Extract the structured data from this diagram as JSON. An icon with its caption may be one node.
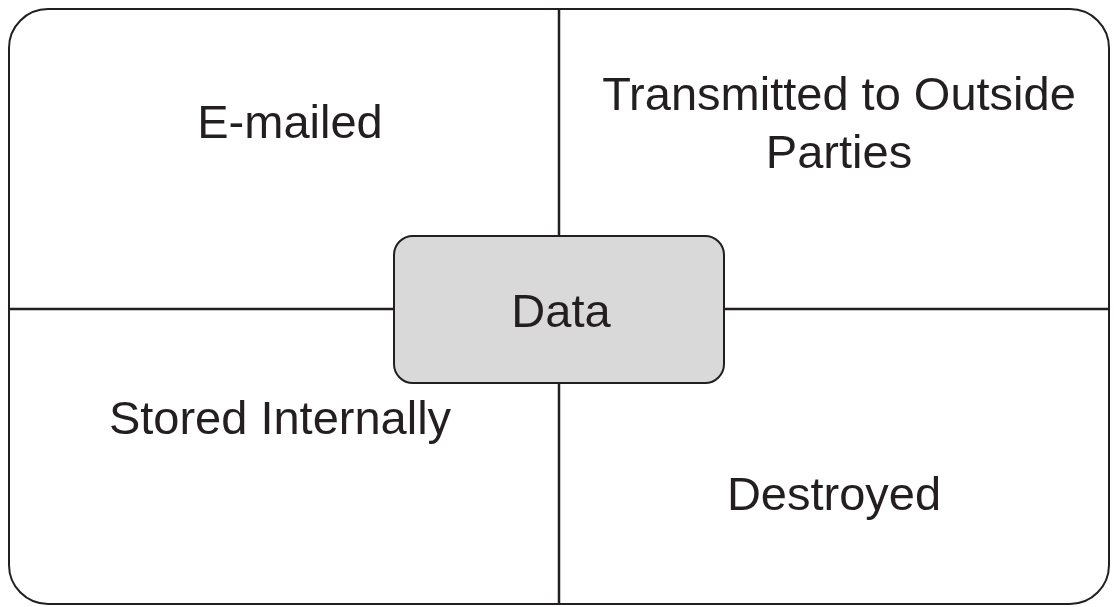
{
  "diagram": {
    "nodes": [
      {
        "text": [],
        "shape": "box"
      },
      {
        "text": [
          "E-mailed"
        ],
        "in": 0
      },
      {
        "text": [
          "Transmitted to Outside Parties"
        ],
        "in": 0
      },
      {
        "text": [
          "Data"
        ],
        "in": 0
      },
      {
        "text": [
          "Stored Internally"
        ],
        "in": 0
      },
      {
        "text": [
          "Destroyed"
        ],
        "in": 0
      }
    ]
  }
}
